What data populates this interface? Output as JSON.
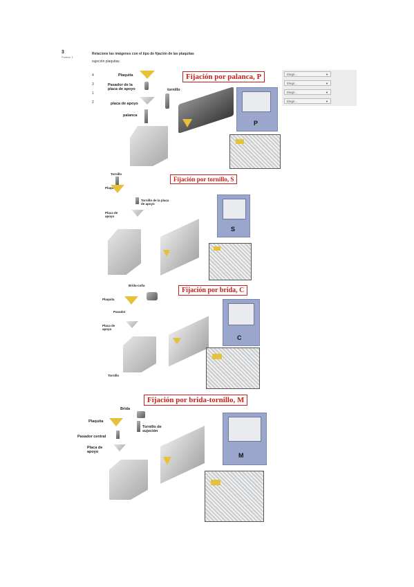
{
  "question": {
    "number": "3",
    "points": "Puntos: 1",
    "prompt": "Relacione las imágenes con el tipo de fijación de las plaquitas",
    "subtitle": "sujeción plaquitas"
  },
  "answers": [
    {
      "num": "4",
      "select": "Elegir..."
    },
    {
      "num": "3",
      "select": "Elegir..."
    },
    {
      "num": "1",
      "select": "Elegir..."
    },
    {
      "num": "2",
      "select": "Elegir..."
    }
  ],
  "panels": [
    {
      "title": "Fijación por palanca, P",
      "letter": "P",
      "labels": {
        "plaquita": "Plaquita",
        "pasador": "Pasador de la placa de apoyo",
        "tornillo": "tornillo",
        "placa": "placa de apoyo",
        "palanca": "palanca"
      }
    },
    {
      "title": "Fijación por tornillo, S",
      "letter": "S",
      "labels": {
        "tornillo": "Tornillo",
        "plaquita": "Plaquita",
        "tornillo_placa": "Tornillo de la placa de apoyo",
        "placa": "Placa de apoyo"
      }
    },
    {
      "title": "Fijación por brida, C",
      "letter": "C",
      "labels": {
        "brida": "Brida-cuña",
        "plaquita": "Plaquita",
        "pasador": "Pasador",
        "placa": "Placa de apoyo",
        "tornillo": "Tornillo"
      }
    },
    {
      "title": "Fijación por brida-tornillo, M",
      "letter": "M",
      "labels": {
        "brida": "Brida",
        "plaquita": "Plaquita",
        "tornillo": "Tornillo de sujeción",
        "pasador": "Pasador central",
        "placa": "Placa de apoyo"
      }
    }
  ],
  "colors": {
    "title_red": "#c61f1a",
    "card_blue": "#9aa6cb",
    "insert_yellow": "#e6c23a"
  }
}
